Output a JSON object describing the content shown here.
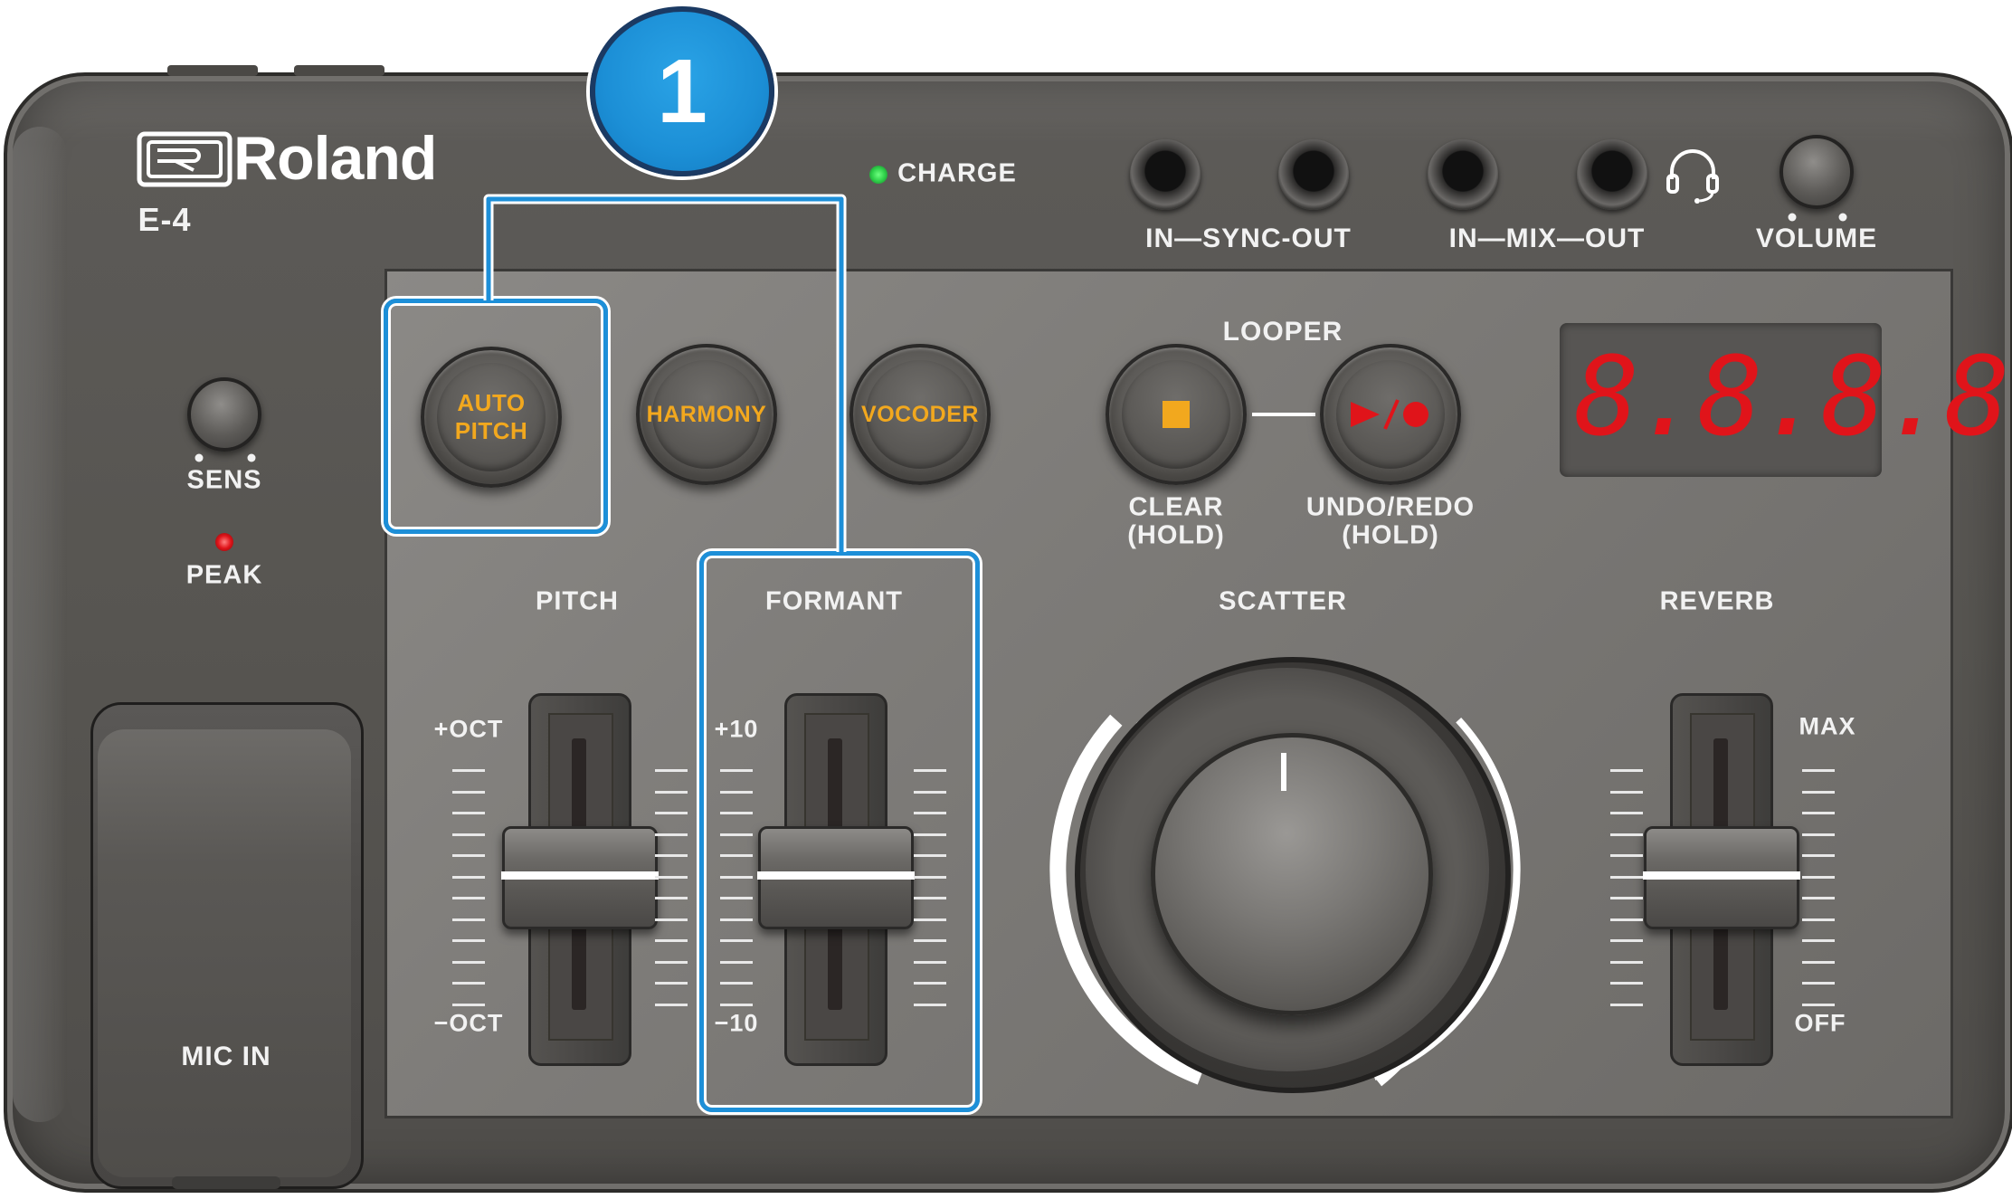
{
  "step_badge": {
    "number": "1"
  },
  "brand": {
    "logo_text": "Roland",
    "model": "E-4"
  },
  "indicators": {
    "charge": "CHARGE",
    "peak": "PEAK"
  },
  "jacks": {
    "sync_label": "IN—SYNC-OUT",
    "mix_label": "IN—MIX—OUT"
  },
  "knobs": {
    "volume": "VOLUME",
    "sens": "SENS",
    "scatter": "SCATTER"
  },
  "buttons": {
    "auto_pitch_line1": "AUTO",
    "auto_pitch_line2": "PITCH",
    "harmony": "HARMONY",
    "vocoder": "VOCODER"
  },
  "looper": {
    "title": "LOOPER",
    "clear_line1": "CLEAR",
    "clear_line2": "(HOLD)",
    "undo_line1": "UNDO/REDO",
    "undo_line2": "(HOLD)"
  },
  "display": {
    "segments": "8.8.8.8."
  },
  "sliders": {
    "pitch": {
      "label": "PITCH",
      "top": "+OCT",
      "bottom": "−OCT"
    },
    "formant": {
      "label": "FORMANT",
      "top": "+10",
      "bottom": "−10"
    },
    "reverb": {
      "label": "REVERB",
      "top": "MAX",
      "bottom": "OFF"
    }
  },
  "mic_in": "MIC IN",
  "colors": {
    "highlight": "#1d8fd8",
    "button_text": "#f2a81e",
    "led_red": "#e0141a",
    "charge_led": "#2fd14a",
    "peak_led": "#e0141a"
  }
}
